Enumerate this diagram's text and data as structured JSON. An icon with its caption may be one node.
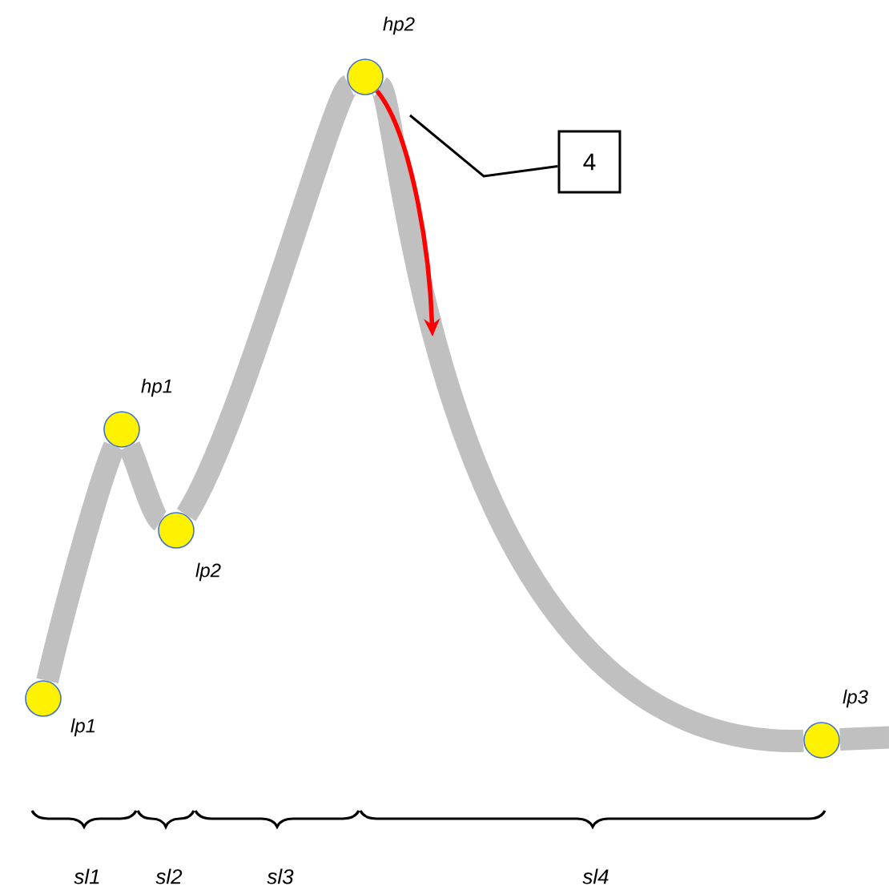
{
  "diagram": {
    "nodes": [
      {
        "text": [
          "lp1"
        ]
      },
      {
        "text": [
          "hp1"
        ]
      },
      {
        "text": [
          "lp2"
        ]
      },
      {
        "text": [
          "hp2"
        ]
      },
      {
        "text": [
          "lp3"
        ]
      },
      {
        "text": [
          "4"
        ]
      }
    ],
    "edges": [
      {
        "from": 0,
        "to": 1,
        "arrow": "none"
      },
      {
        "from": 1,
        "to": 2,
        "arrow": "none"
      },
      {
        "from": 2,
        "to": 3,
        "arrow": "none"
      },
      {
        "from": 3,
        "to": 4,
        "arrow": "none"
      },
      {
        "from": 4,
        "to": null,
        "arrow": "none"
      },
      {
        "from": 3,
        "to": null,
        "arrow": "to",
        "color": "#ff0000"
      },
      {
        "from": 5,
        "to": null,
        "arrow": "none",
        "color": "#000000"
      }
    ],
    "labels": [
      "sl1",
      "sl2",
      "sl3",
      "sl4"
    ]
  }
}
